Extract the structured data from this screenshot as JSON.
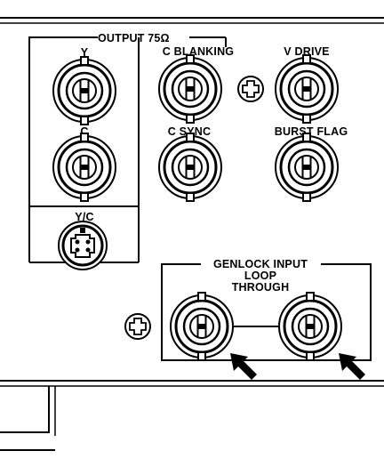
{
  "labels": {
    "output_group": "OUTPUT 75Ω",
    "y": "Y",
    "c": "C",
    "yc": "Y/C",
    "c_blanking": "C BLANKING",
    "v_drive": "V DRIVE",
    "c_sync": "C SYNC",
    "burst_flag": "BURST FLAG",
    "genlock_input": "GENLOCK INPUT",
    "loop": "LOOP",
    "through": "THROUGH"
  },
  "connectors": [
    {
      "id": "y",
      "type": "BNC"
    },
    {
      "id": "c",
      "type": "BNC"
    },
    {
      "id": "yc",
      "type": "S-Video 4-pin"
    },
    {
      "id": "c_blanking",
      "type": "BNC"
    },
    {
      "id": "v_drive",
      "type": "BNC"
    },
    {
      "id": "c_sync",
      "type": "BNC"
    },
    {
      "id": "burst_flag",
      "type": "BNC"
    },
    {
      "id": "genlock_in_1",
      "type": "BNC"
    },
    {
      "id": "genlock_in_2",
      "type": "BNC"
    }
  ],
  "icons": [
    "bnc-connector-icon",
    "svideo-connector-icon",
    "screw-icon",
    "arrow-pointer-icon"
  ]
}
